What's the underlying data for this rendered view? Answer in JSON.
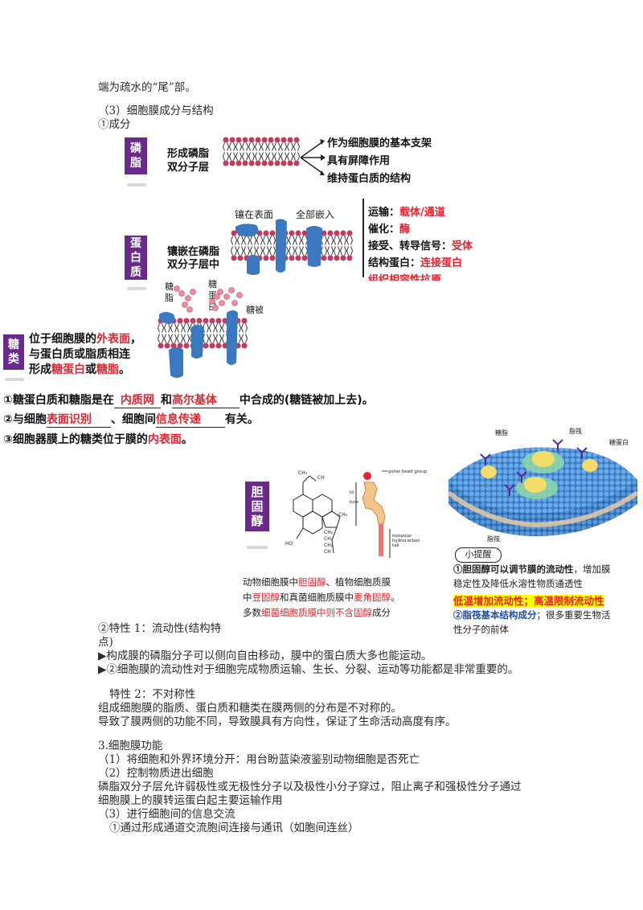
{
  "top_line": "端为疏水的“尾”部。",
  "section3_title": "（3）细胞膜成分与结构",
  "sub1_title": "①成分",
  "phospholipid": {
    "tag": "磷\n脂",
    "tag_l1": "磷",
    "tag_l2": "脂",
    "desc_l1": "形成磷脂",
    "desc_l2": "双分子层",
    "roles": [
      "作为细胞膜的基本支架",
      "具有屏障作用",
      "维持蛋白质的结构"
    ]
  },
  "protein": {
    "tag_l1": "蛋",
    "tag_l2": "白",
    "tag_l3": "质",
    "desc_l1": "镶嵌在磷脂",
    "desc_l2": "双分子层中",
    "label_surface": "镶在表面",
    "label_full": "全部嵌入",
    "functions": [
      {
        "label": "运输：",
        "value": "载体/通道"
      },
      {
        "label": "催化：",
        "value": "酶"
      },
      {
        "label": "接受、转导信号：",
        "value": "受体"
      },
      {
        "label": "结构蛋白：",
        "value": "连接蛋白"
      },
      {
        "label": "",
        "value": "组织相容性抗原"
      }
    ]
  },
  "sugar": {
    "tag_l1": "糖",
    "tag_l2": "类",
    "label_glycolipid": "糖\n脂",
    "label_glycoprotein": "糖\n蛋\n白",
    "label_glycocalyx": "糖被",
    "desc_l1_a": "位于细胞膜的",
    "desc_l1_b": "外表面",
    "desc_l1_c": "，",
    "desc_l2": "与蛋白质或脂质相连",
    "desc_l3_a": "形成",
    "desc_l3_b": "糖蛋白",
    "desc_l3_c": "或",
    "desc_l3_d": "糖脂",
    "desc_l3_e": "。"
  },
  "sugar_points": {
    "p1_a": "①糖蛋白质和糖脂是在",
    "p1_b": "内质网",
    "p1_c": "和",
    "p1_d": "高尔基体",
    "p1_e": "中合成的(糖链被加上去)。",
    "p2_a": "②与细胞",
    "p2_b": "表面识别",
    "p2_c": "、细胞间",
    "p2_d": "信息传递",
    "p2_e": "有关。",
    "p3_a": "③细胞器膜上的糖类位于膜的",
    "p3_b": "内表面",
    "p3_c": "。"
  },
  "cholesterol": {
    "tag_l1": "胆",
    "tag_l2": "固",
    "tag_l3": "醇",
    "struct_label_head": "polar head group",
    "struct_label_ring": "rigid\nsteroid\nring\nstructure",
    "struct_label_tail": "nonpolar\nhydrocarbon\ntail",
    "note_l1_a": "动物细胞膜中",
    "note_l1_b": "胆固醇",
    "note_l1_c": "、植物细胞质膜",
    "note_l2_a": "中",
    "note_l2_b": "豆固醇",
    "note_l2_c": "和真菌细胞质膜中",
    "note_l2_d": "麦角固醇",
    "note_l2_e": "。",
    "note_l3_a": "多数",
    "note_l3_b": "细菌细胞质膜中则不含固醇",
    "note_l3_c": "成分"
  },
  "raft": {
    "label_glycolipid": "糖脂",
    "label_raft": "脂筏",
    "label_glycoprotein": "糖蛋白",
    "label_raft2": "脂筏",
    "tip_title": "小提醒",
    "tip_l1_a": "①胆固醇可以调节膜的流动性",
    "tip_l1_b": "，增加膜",
    "tip_l2": "稳定性及降低水溶性物质通透性",
    "tip_l3_a": "低温增加流动性；高温限制流动性",
    "tip_l4_a": "②脂筏基本结构成分",
    "tip_l4_b": "；很多重要生物活",
    "tip_l5": "性分子的前体"
  },
  "feature1_title_l1": "②特性 1：流动性(结构特",
  "feature1_title_l2": "点)",
  "feature1_p1": "▶构成膜的磷脂分子可以侧向自由移动，膜中的蛋白质大多也能运动。",
  "feature1_p2": "▶②细胞膜的流动性对于细胞完成物质运输、生长、分裂、运动等功能都是非常重要的。",
  "feature2_title": "特性 2：不对称性",
  "feature2_p1": "组成细胞膜的脂质、蛋白质和糖类在膜两侧的分布是不对称的。",
  "feature2_p2": "导致了膜两侧的功能不同，导致膜具有方向性，保证了生命活动高度有序。",
  "func_title": "3.细胞膜功能",
  "func_1": "（1）将细胞和外界环境分开：用台盼蓝染液鉴别动物细胞是否死亡",
  "func_2": "（2）控制物质进出细胞",
  "func_2_p1": "磷脂双分子层允许弱极性或无极性分子以及极性小分子穿过，阻止离子和强极性分子通过",
  "func_2_p2": "细胞膜上的膜转运蛋白起主要运输作用",
  "func_3": "（3）进行细胞间的信息交流",
  "func_3_1": "①通过形成通道交流胞间连接与通讯（如胞间连丝）",
  "colors": {
    "tag": "#6a2a8c",
    "accent_red": "#e8232f",
    "membrane_blue": "#3a78c2",
    "head_red": "#c43a5a"
  }
}
